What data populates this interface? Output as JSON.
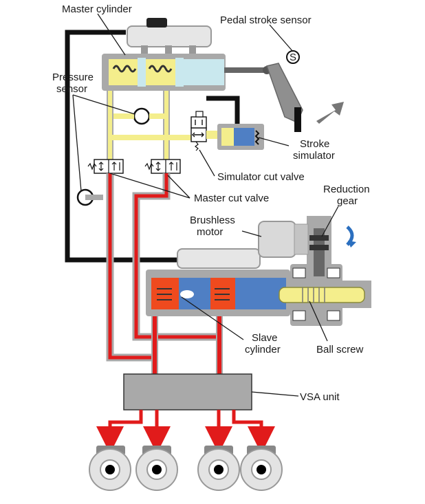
{
  "labels": {
    "master_cylinder": "Master cylinder",
    "pedal_stroke_sensor": "Pedal stroke sensor",
    "pressure_sensor_line1": "Pressure",
    "pressure_sensor_line2": "sensor",
    "stroke_simulator_line1": "Stroke",
    "stroke_simulator_line2": "simulator",
    "simulator_cut_valve": "Simulator cut valve",
    "master_cut_valve": "Master cut valve",
    "reduction_gear_line1": "Reduction",
    "reduction_gear_line2": "gear",
    "brushless_motor_line1": "Brushless",
    "brushless_motor_line2": "motor",
    "slave_cylinder_line1": "Slave",
    "slave_cylinder_line2": "cylinder",
    "ball_screw": "Ball screw",
    "vsa_unit": "VSA unit",
    "sensor_symbol": "S"
  },
  "colors": {
    "master_fluid": "#f4ee8c",
    "slave_fluid": "#ef4a1e",
    "piston_blue": "#4f7fc4",
    "body_gray": "#a9a9a9",
    "light_blue": "#c9e8ee",
    "red_line": "#e11b1b",
    "motor_gray": "#d9d9d9"
  }
}
